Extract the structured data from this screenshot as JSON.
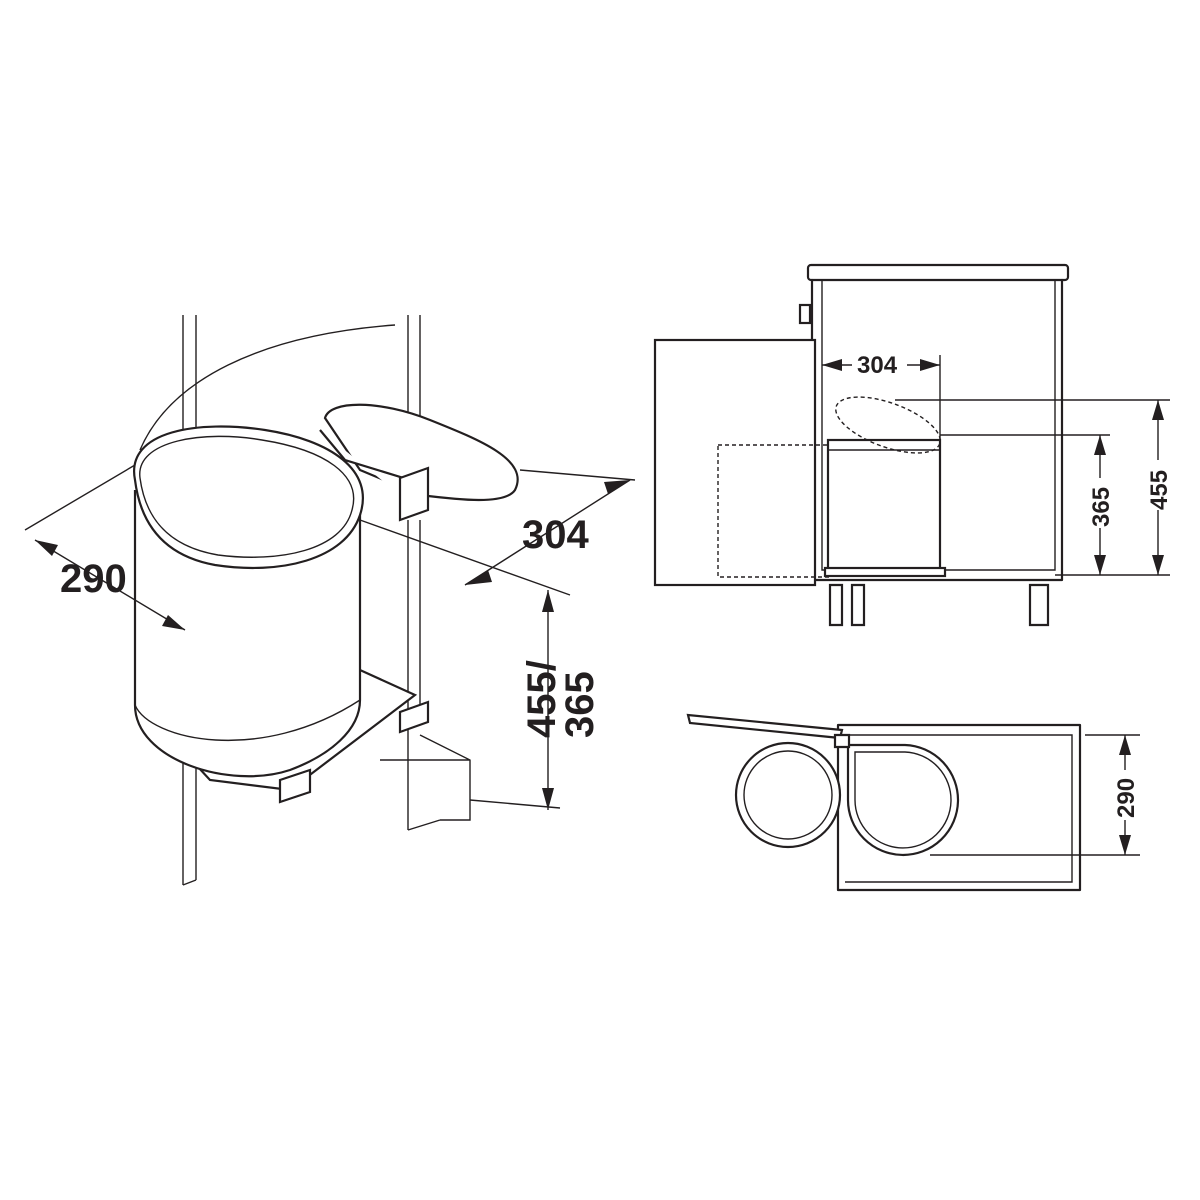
{
  "isometric_view": {
    "width_label": "290",
    "depth_label": "304",
    "height_label_line1": "455/",
    "height_label_line2": "365"
  },
  "side_view": {
    "depth_label": "304",
    "height_small_label": "365",
    "height_large_label": "455"
  },
  "top_view": {
    "width_label": "290"
  }
}
